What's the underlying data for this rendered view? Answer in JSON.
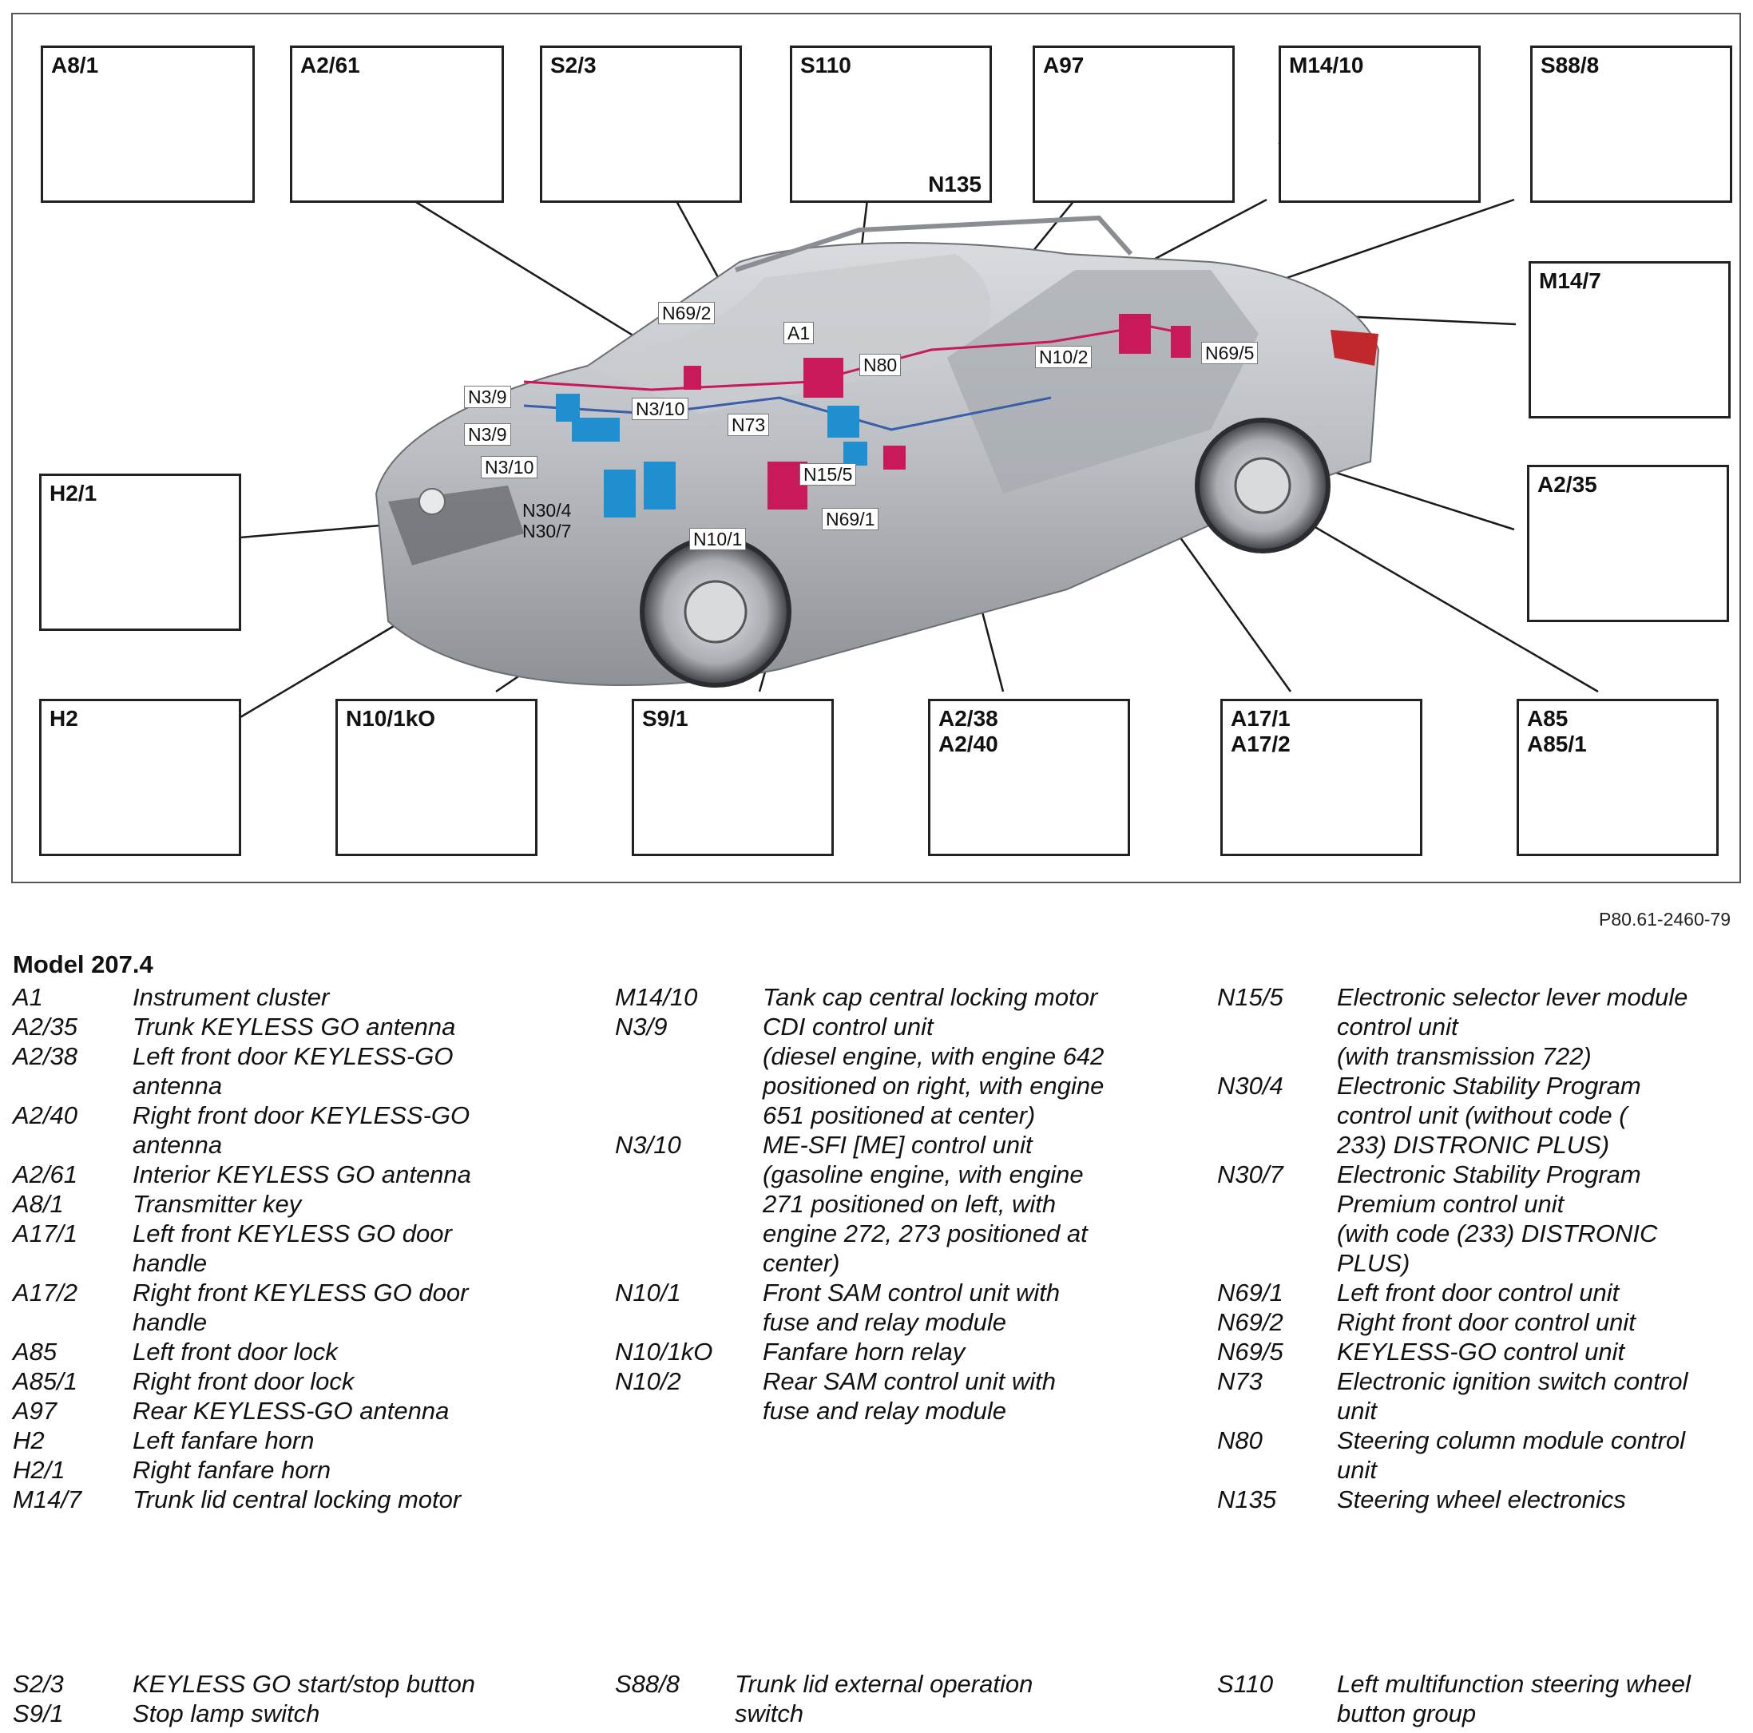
{
  "figure": {
    "boxes": [
      {
        "id": "a8-1",
        "label": "A8/1",
        "icon": "transmitter-key"
      },
      {
        "id": "a2-61",
        "label": "A2/61",
        "icon": "antenna-bar"
      },
      {
        "id": "s2-3",
        "label": "S2/3",
        "icon": "start-stop-button"
      },
      {
        "id": "s110",
        "label": "S110",
        "label2": "N135",
        "icon": "steering-wheel"
      },
      {
        "id": "a97",
        "label": "A97",
        "icon": "antenna-cable"
      },
      {
        "id": "m14-10",
        "label": "M14/10",
        "icon": "locking-motor"
      },
      {
        "id": "s88-8",
        "label": "S88/8",
        "icon": "trunk-switch"
      },
      {
        "id": "m14-7",
        "label": "M14/7",
        "icon": "locking-motor"
      },
      {
        "id": "a2-35",
        "label": "A2/35",
        "icon": "antenna-bar"
      },
      {
        "id": "h2-1",
        "label": "H2/1",
        "icon": "fanfare-horn"
      },
      {
        "id": "h2",
        "label": "H2",
        "icon": "fanfare-horn"
      },
      {
        "id": "n10-1ko",
        "label": "N10/1kO",
        "icon": "fuse-box"
      },
      {
        "id": "s9-1",
        "label": "S9/1",
        "icon": "brake-pedal"
      },
      {
        "id": "a2-38",
        "label": "A2/38\nA2/40",
        "icon": "antenna-bar"
      },
      {
        "id": "a17-1",
        "label": "A17/1\nA17/2",
        "icon": "door-handle"
      },
      {
        "id": "a85",
        "label": "A85\nA85/1",
        "icon": "door-lock"
      }
    ],
    "callouts": [
      {
        "id": "n69-2",
        "text": "N69/2"
      },
      {
        "id": "a1",
        "text": "A1"
      },
      {
        "id": "n80",
        "text": "N80"
      },
      {
        "id": "n10-2",
        "text": "N10/2"
      },
      {
        "id": "n69-5",
        "text": "N69/5"
      },
      {
        "id": "n3-9a",
        "text": "N3/9"
      },
      {
        "id": "n3-9b",
        "text": "N3/9"
      },
      {
        "id": "n3-10a",
        "text": "N3/10"
      },
      {
        "id": "n3-10b",
        "text": "N3/10"
      },
      {
        "id": "n73",
        "text": "N73"
      },
      {
        "id": "n15-5",
        "text": "N15/5"
      },
      {
        "id": "n69-1",
        "text": "N69/1"
      },
      {
        "id": "n10-1",
        "text": "N10/1"
      },
      {
        "id": "n30",
        "text": "N30/4\nN30/7"
      }
    ],
    "reference": "P80.61-2460-79"
  },
  "legend": {
    "title": "Model 207.4",
    "col1": [
      {
        "code": "A1",
        "desc": "Instrument cluster"
      },
      {
        "code": "A2/35",
        "desc": "Trunk KEYLESS GO antenna"
      },
      {
        "code": "A2/38",
        "desc": "Left front door KEYLESS-GO\nantenna"
      },
      {
        "code": "A2/40",
        "desc": "Right front door KEYLESS-GO\nantenna"
      },
      {
        "code": "A2/61",
        "desc": "Interior KEYLESS GO antenna"
      },
      {
        "code": "A8/1",
        "desc": "Transmitter key"
      },
      {
        "code": "A17/1",
        "desc": "Left front KEYLESS GO door\nhandle"
      },
      {
        "code": "A17/2",
        "desc": "Right front KEYLESS GO door\nhandle"
      },
      {
        "code": "A85",
        "desc": "Left front door lock"
      },
      {
        "code": "A85/1",
        "desc": "Right front door lock"
      },
      {
        "code": "A97",
        "desc": "Rear KEYLESS-GO antenna"
      },
      {
        "code": "H2",
        "desc": "Left fanfare horn"
      },
      {
        "code": "H2/1",
        "desc": "Right fanfare horn"
      },
      {
        "code": "M14/7",
        "desc": "Trunk lid central locking motor"
      }
    ],
    "col2": [
      {
        "code": "M14/10",
        "desc": "Tank cap central locking motor"
      },
      {
        "code": "N3/9",
        "desc": "CDI control unit\n(diesel engine, with engine 642\npositioned on right, with engine\n651 positioned at center)"
      },
      {
        "code": "N3/10",
        "desc": "ME-SFI [ME] control unit\n(gasoline engine, with engine\n271 positioned on left, with\nengine 272, 273 positioned at\ncenter)"
      },
      {
        "code": "N10/1",
        "desc": "Front SAM control unit with\nfuse and relay module"
      },
      {
        "code": "N10/1kO",
        "desc": "Fanfare horn relay"
      },
      {
        "code": "N10/2",
        "desc": "Rear SAM control unit with\nfuse and relay module"
      }
    ],
    "col3": [
      {
        "code": "N15/5",
        "desc": "Electronic selector lever module\ncontrol unit\n(with transmission 722)"
      },
      {
        "code": "N30/4",
        "desc": "Electronic Stability Program\ncontrol unit (without code (\n233) DISTRONIC PLUS)"
      },
      {
        "code": "N30/7",
        "desc": "Electronic Stability Program\nPremium control unit\n(with code (233) DISTRONIC\nPLUS)"
      },
      {
        "code": "N69/1",
        "desc": "Left front door control unit"
      },
      {
        "code": "N69/2",
        "desc": "Right front door control unit"
      },
      {
        "code": "N69/5",
        "desc": "KEYLESS-GO control unit"
      },
      {
        "code": "N73",
        "desc": "Electronic ignition switch control\nunit"
      },
      {
        "code": "N80",
        "desc": "Steering column module control\nunit"
      },
      {
        "code": "N135",
        "desc": "Steering wheel electronics"
      }
    ],
    "bottom1": [
      {
        "code": "S2/3",
        "desc": "KEYLESS GO start/stop button"
      },
      {
        "code": "S9/1",
        "desc": "Stop lamp switch"
      }
    ],
    "bottom2": [
      {
        "code": "S88/8",
        "desc": "Trunk lid external operation\nswitch"
      }
    ],
    "bottom3": [
      {
        "code": "S110",
        "desc": "Left multifunction steering wheel\nbutton group"
      }
    ]
  },
  "colors": {
    "car_body": "#b9bdc2",
    "control_unit_red": "#c8195a",
    "control_unit_blue": "#1f8fd0",
    "leader_line": "#1a1a1a",
    "box_border": "#222222"
  }
}
